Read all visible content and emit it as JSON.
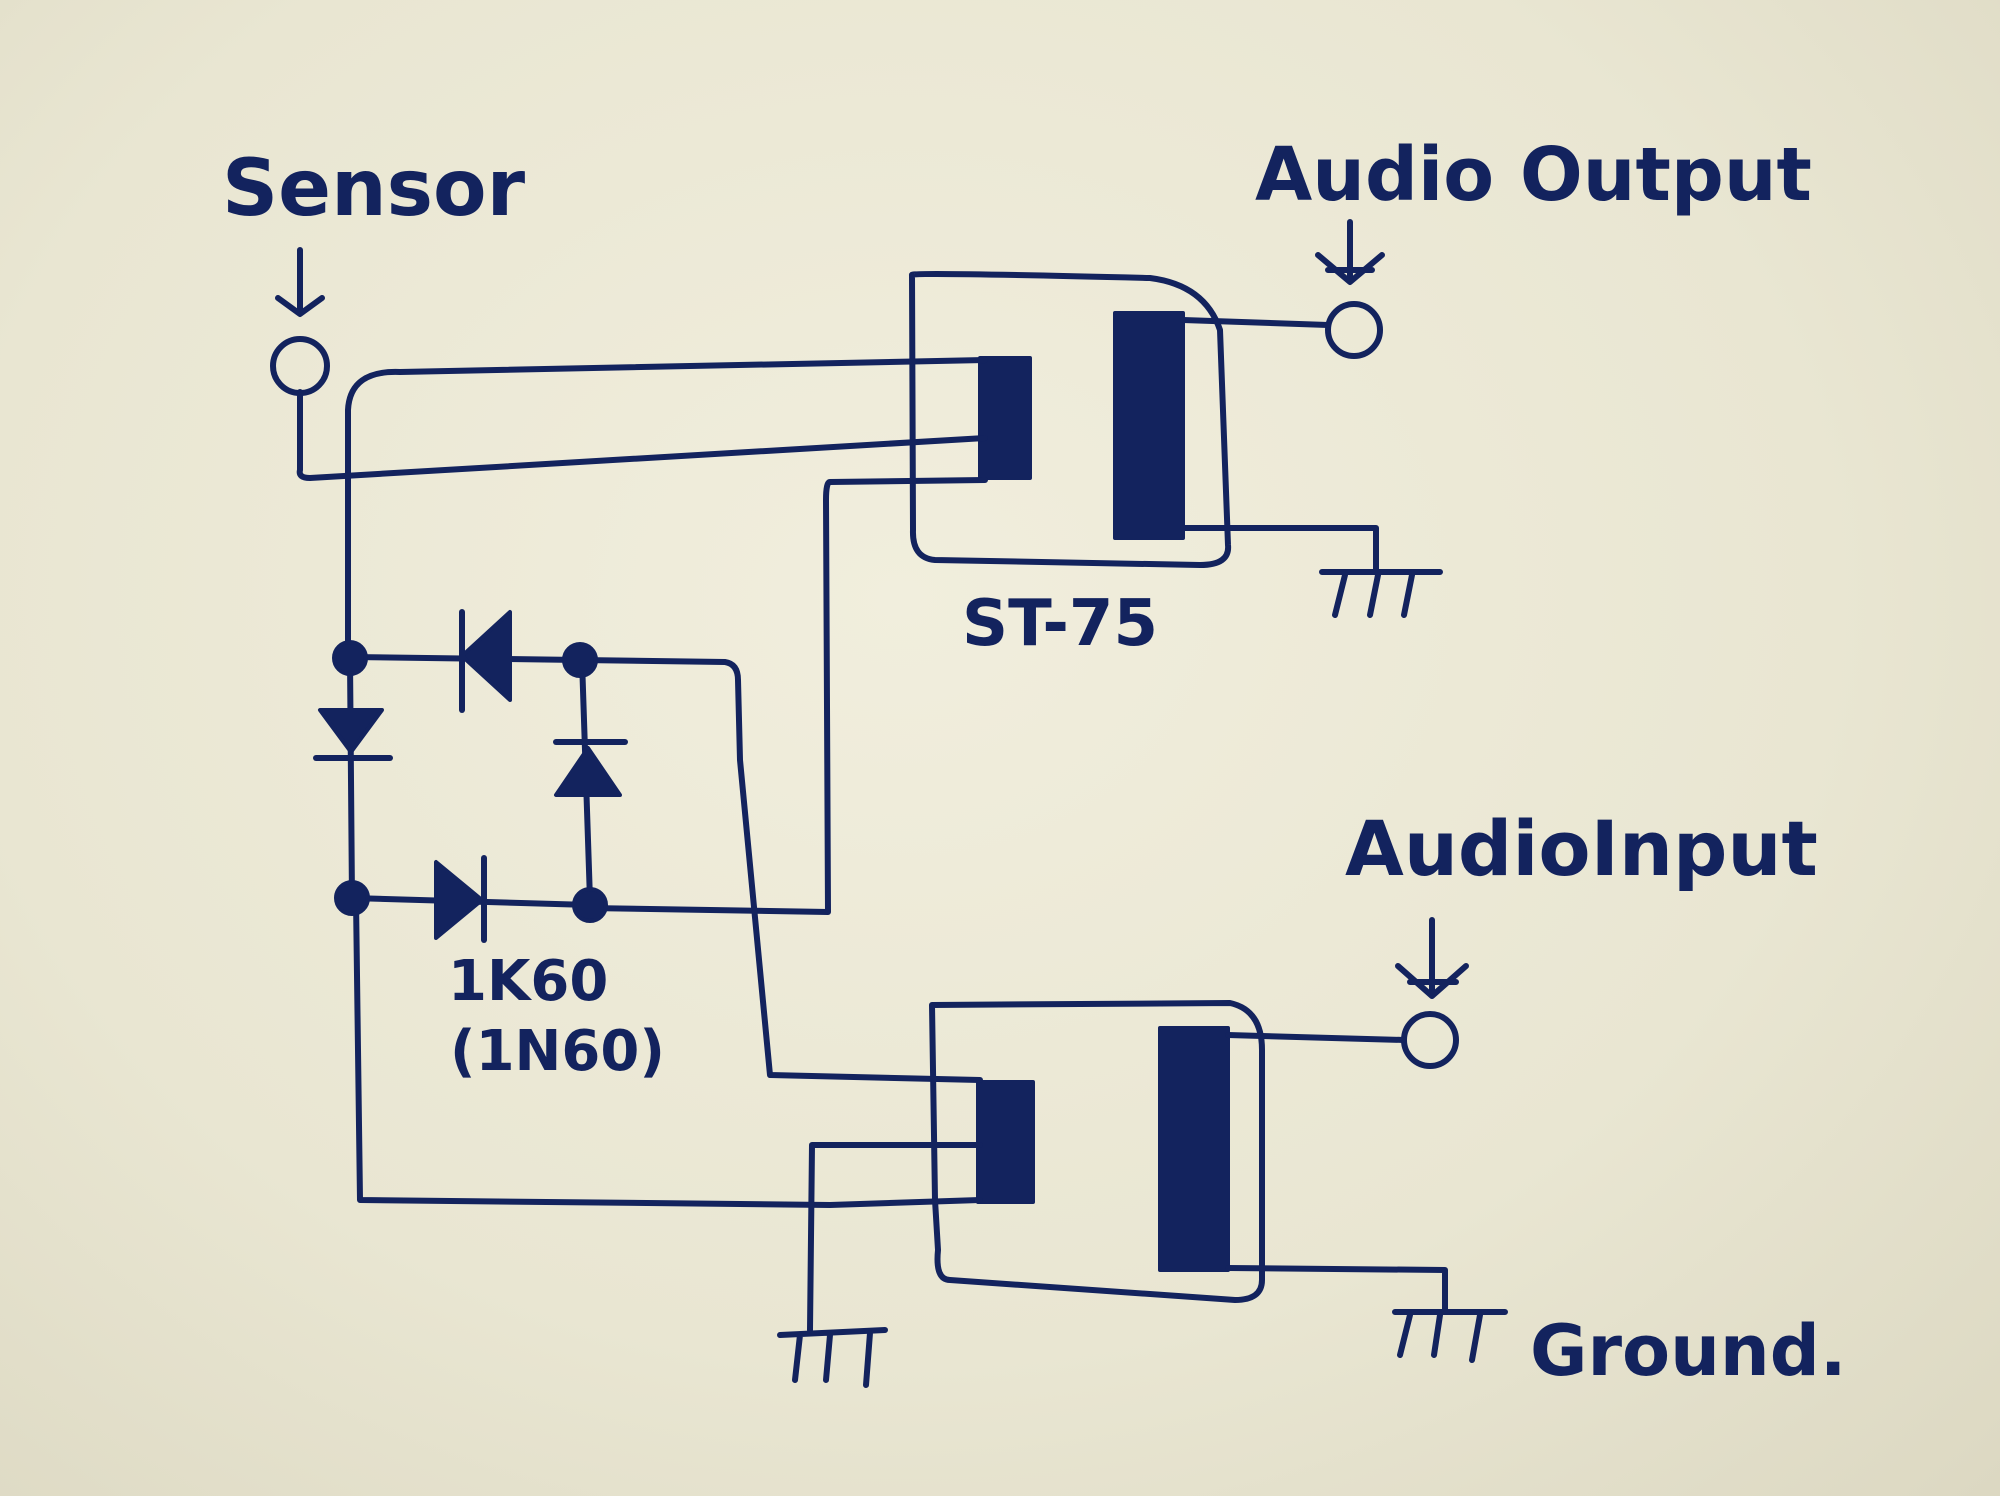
{
  "labels": {
    "sensor": "Sensor",
    "audio_output": "Audio Output",
    "audio_input": "AudioInput",
    "transformer": "ST-75",
    "diode": "1K60",
    "diode_alt": "(1N60)",
    "ground": "Ground."
  },
  "colors": {
    "ink": "#13235e",
    "paper": "#ebe8d6"
  }
}
